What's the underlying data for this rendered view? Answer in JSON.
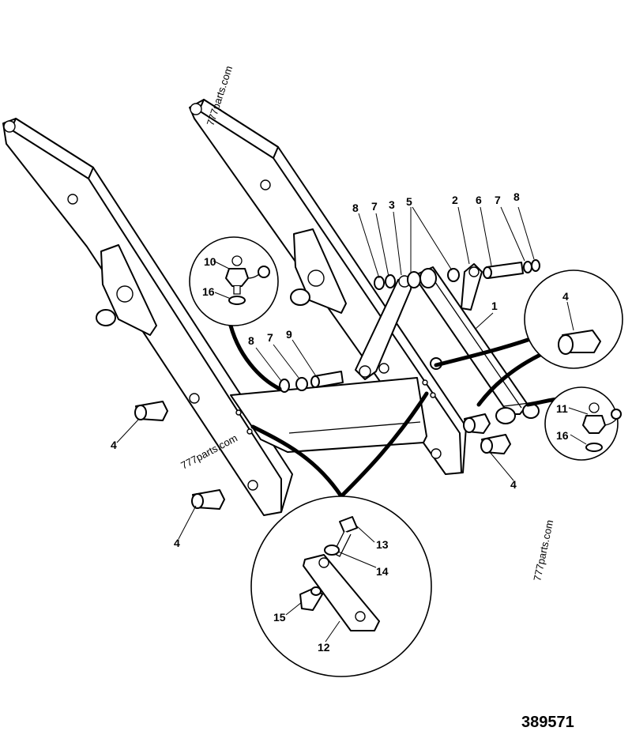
{
  "diagram": {
    "document_number": "389571",
    "watermark_text": "777parts.com",
    "callouts": [
      "1",
      "2",
      "3",
      "4",
      "5",
      "6",
      "7",
      "8",
      "9",
      "10",
      "11",
      "12",
      "13",
      "14",
      "15",
      "16"
    ]
  },
  "colors": {
    "ink": "#000000",
    "paper": "#ffffff"
  }
}
